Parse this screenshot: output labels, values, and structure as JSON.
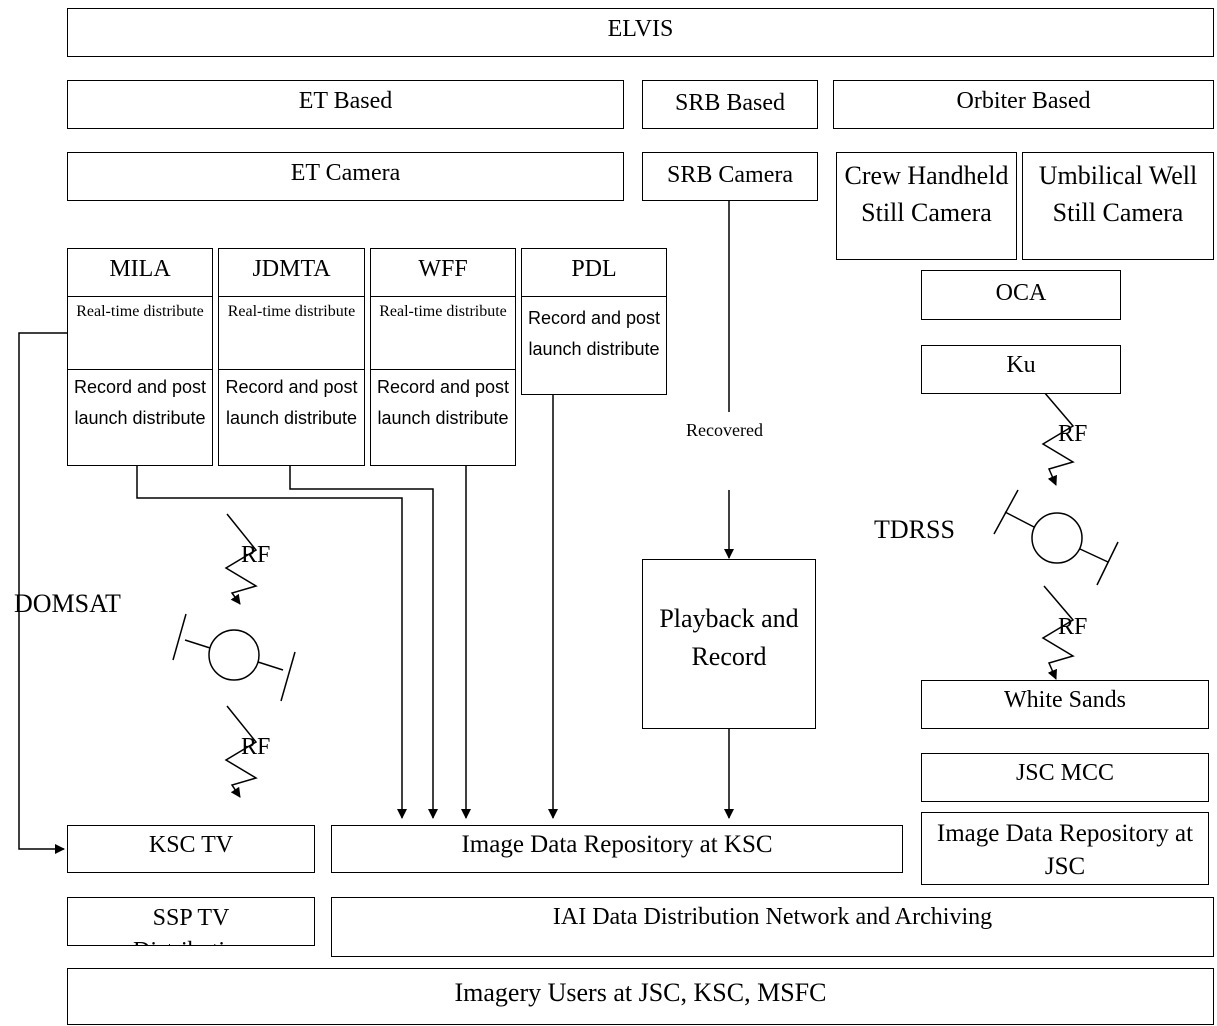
{
  "header": {
    "elvis": "ELVIS",
    "et_based": "ET Based",
    "srb_based": "SRB Based",
    "orbiter_based": "Orbiter Based"
  },
  "cameras": {
    "et_camera": "ET Camera",
    "srb_camera": "SRB Camera",
    "crew_handheld": "Crew Handheld Still Camera",
    "umbilical_well": "Umbilical Well Still Camera"
  },
  "stations": [
    {
      "name": "MILA",
      "realtime": "Real-time distribute",
      "record": "Record and post launch distribute"
    },
    {
      "name": "JDMTA",
      "realtime": "Real-time distribute",
      "record": "Record and post launch distribute"
    },
    {
      "name": "WFF",
      "realtime": "Real-time distribute",
      "record": "Record and post launch distribute"
    },
    {
      "name": "PDL",
      "record": "Record and post launch distribute"
    }
  ],
  "orbiter_chain": {
    "oca": "OCA",
    "ku": "Ku",
    "rf_upper": "RF",
    "tdrss": "TDRSS",
    "rf_lower": "RF",
    "white_sands": "White Sands",
    "jsc_mcc": "JSC MCC",
    "jsc_repository": "Image Data Repository at JSC"
  },
  "domsat": {
    "label": "DOMSAT",
    "rf_upper": "RF",
    "rf_lower": "RF"
  },
  "recovered": "Recovered",
  "playback": "Playback and Record",
  "bottom": {
    "ksc_tv": "KSC TV",
    "ksc_repository": "Image Data Repository at KSC",
    "ssp_tv": "SSP TV Distribution",
    "iai_network": "IAI Data Distribution Network and Archiving",
    "users": "Imagery Users at JSC, KSC, MSFC"
  }
}
